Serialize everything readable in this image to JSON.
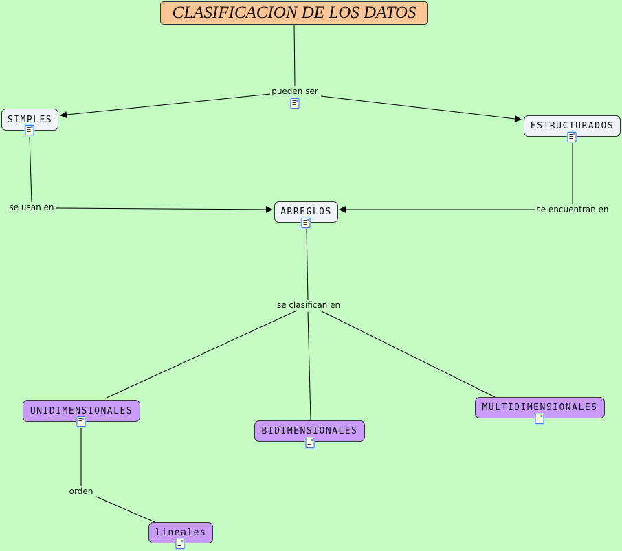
{
  "title": "CLASIFICACION DE LOS DATOS",
  "concepts": {
    "simples": "SIMPLES",
    "estructurados": "ESTRUCTURADOS",
    "arreglos": "ARREGLOS",
    "unidimensionales": "UNIDIMENSIONALES",
    "bidimensionales": "BIDIMENSIONALES",
    "multidimensionales": "MULTIDIMENSIONALES",
    "lineales": "lineales"
  },
  "linking_phrases": {
    "pueden_ser": "pueden ser",
    "se_usan_en": "se usan en",
    "se_encuentran_en": "se encuentran en",
    "se_clasifican_en": "se clasifican en",
    "orden": "orden"
  },
  "colors": {
    "background": "#c4fcc4",
    "title": "#fcc596",
    "concept": "#eef4f8",
    "purple": "#c89cf8"
  }
}
